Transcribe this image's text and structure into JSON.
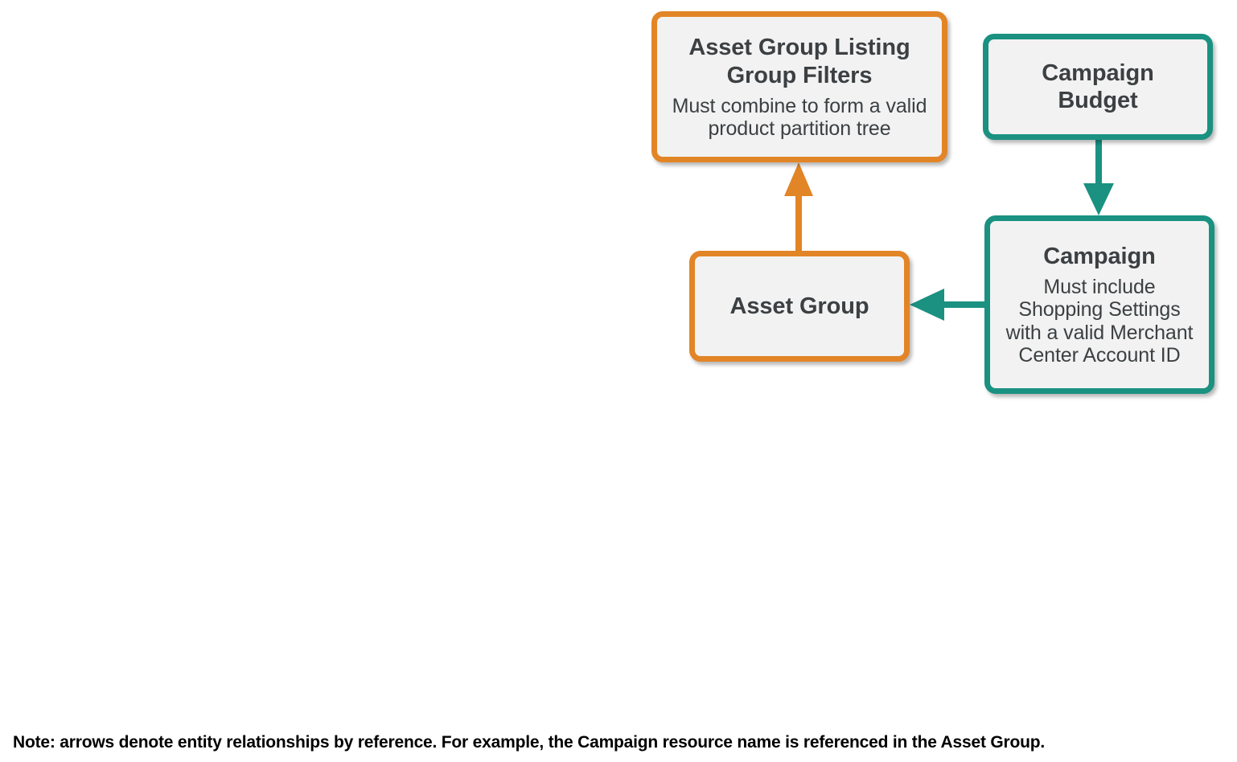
{
  "diagram": {
    "type": "entity-relationship",
    "background": "#ffffff",
    "colors": {
      "orange": "#e28527",
      "teal": "#1a9181",
      "node_fill": "#f2f2f2",
      "node_text": "#3c4043",
      "note_text": "#000000"
    },
    "nodes": [
      {
        "id": "asset-group-listing-group-filters",
        "title": "Asset Group Listing Group Filters",
        "title_line1": "Asset Group Listing",
        "title_line2": "Group Filters",
        "subtitle": "Must combine to form a valid product partition tree",
        "subtitle_line1": "Must combine to form a valid",
        "subtitle_line2": "product partition tree",
        "accent": "#e28527"
      },
      {
        "id": "campaign-budget",
        "title": "Campaign Budget",
        "title_line1": "Campaign",
        "title_line2": "Budget",
        "subtitle": "",
        "accent": "#1a9181"
      },
      {
        "id": "asset-group",
        "title": "Asset Group",
        "title_line1": "Asset Group",
        "subtitle": "",
        "accent": "#e28527"
      },
      {
        "id": "campaign",
        "title": "Campaign",
        "title_line1": "Campaign",
        "subtitle": "Must include Shopping Settings with a valid Merchant Center Account ID",
        "subtitle_line1": "Must include",
        "subtitle_line2": "Shopping Settings",
        "subtitle_line3": "with a valid Merchant",
        "subtitle_line4": "Center Account ID",
        "accent": "#1a9181"
      }
    ],
    "edges": [
      {
        "id": "asset-group-to-listing-filters",
        "from": "asset-group",
        "to": "asset-group-listing-group-filters",
        "direction": "up",
        "color": "#e28527"
      },
      {
        "id": "campaign-budget-to-campaign",
        "from": "campaign-budget",
        "to": "campaign",
        "direction": "down",
        "color": "#1a9181"
      },
      {
        "id": "campaign-to-asset-group",
        "from": "campaign",
        "to": "asset-group",
        "direction": "left",
        "color": "#1a9181"
      }
    ]
  },
  "footnote": {
    "text": "Note: arrows denote entity relationships by reference. For example, the Campaign resource name is referenced in the Asset Group."
  }
}
